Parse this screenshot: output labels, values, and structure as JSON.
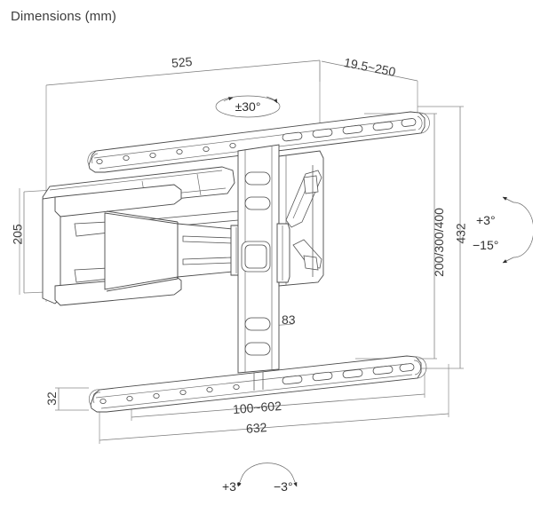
{
  "page": {
    "title": "Dimensions (mm)",
    "unit": "mm",
    "product": "articulating-tv-wall-mount"
  },
  "colors": {
    "text": "#3c3c3c",
    "line": "#4a4a4a",
    "dimension_line": "#7a7a7a",
    "background": "#ffffff"
  },
  "dimensions": {
    "top_width": "525",
    "depth_range": "19.5~250",
    "left_height": "205",
    "vesa_heights": "200/300/400",
    "overall_height": "432",
    "plate_width": "83",
    "bottom_hole_range": "100~602",
    "bottom_overall_width": "632",
    "bottom_bar_height": "32"
  },
  "angles": {
    "swivel_top": "±30°",
    "tilt_up": "+3°",
    "tilt_down": "−15°",
    "level_left": "+3°",
    "level_right": "−3°"
  },
  "icons": {
    "swivel": "rotation-ellipse-arrows",
    "tilt": "tilt-arc-arrows",
    "level": "level-arc-arrows"
  }
}
